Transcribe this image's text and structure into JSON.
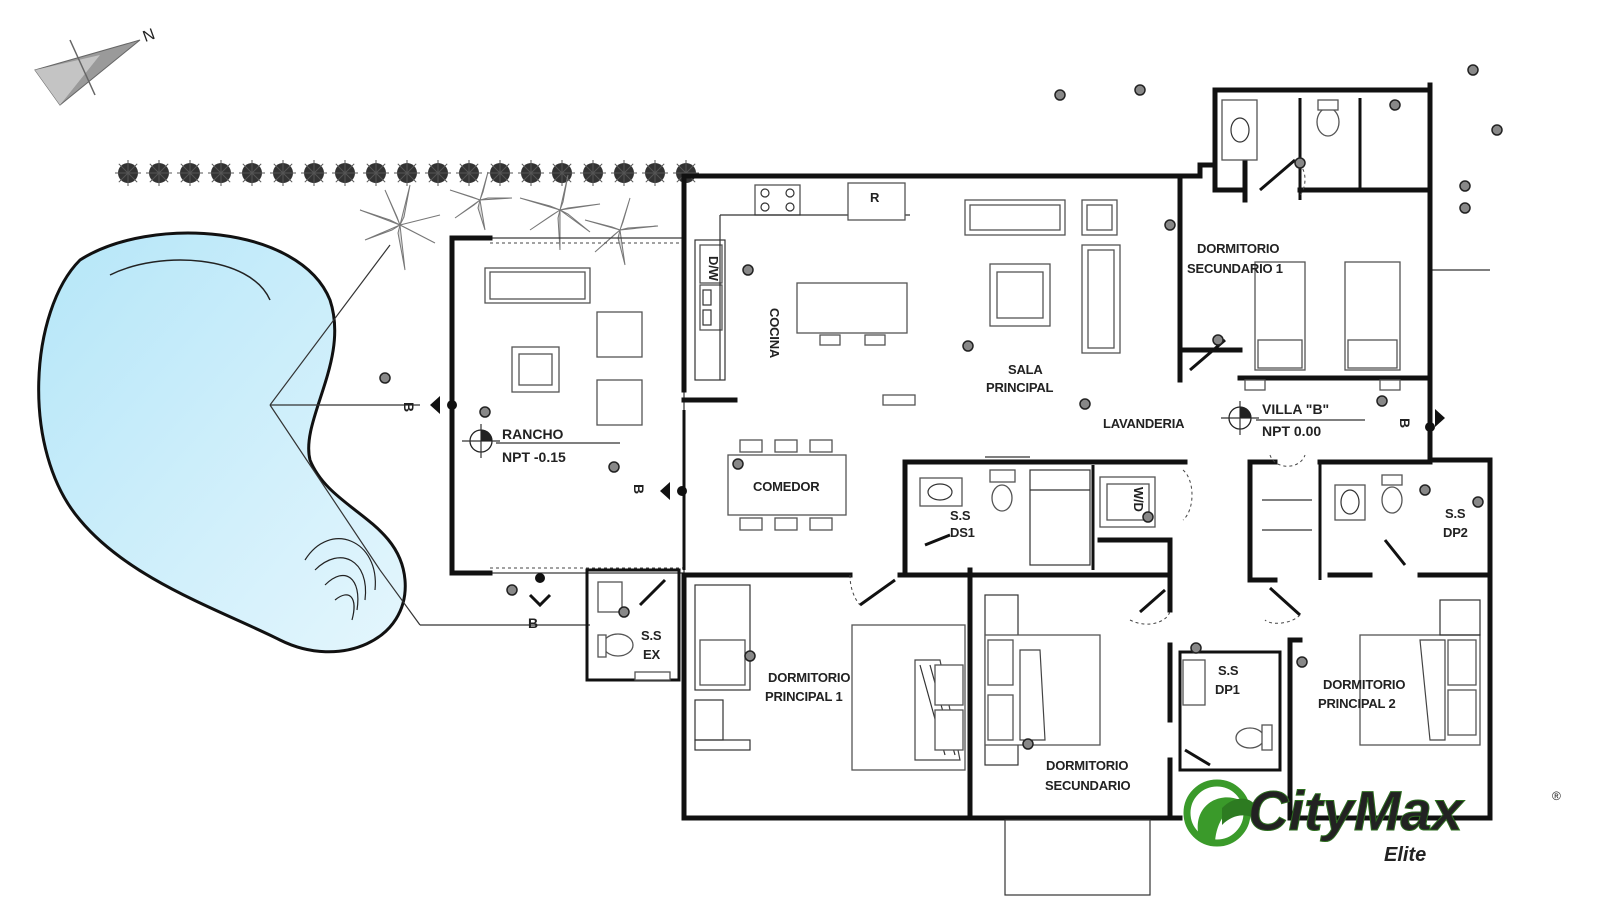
{
  "rooms": {
    "cocina": "COCINA",
    "sala_l1": "SALA",
    "sala_l2": "PRINCIPAL",
    "lavanderia": "LAVANDERIA",
    "comedor": "COMEDOR",
    "rancho": "RANCHO",
    "rancho_npt": "NPT  -0.15",
    "villa": "VILLA \"B\"",
    "villa_npt": "NPT  0.00",
    "ds1_l1": "DORMITORIO",
    "ds1_l2": "SECUNDARIO  1",
    "dp1_l1": "DORMITORIO",
    "dp1_l2": "PRINCIPAL  1",
    "dsec_l1": "DORMITORIO",
    "dsec_l2": "SECUNDARIO",
    "dp2_l1": "DORMITORIO",
    "dp2_l2": "PRINCIPAL  2",
    "ss_ds1_l1": "S.S",
    "ss_ds1_l2": "DS1",
    "ss_dp1_l1": "S.S",
    "ss_dp1_l2": "DP1",
    "ss_dp2_l1": "S.S",
    "ss_dp2_l2": "DP2",
    "ss_ex_l1": "S.S",
    "ss_ex_l2": "EX"
  },
  "fixtures": {
    "dw": "D/W",
    "fridge": "R",
    "wd": "W/D"
  },
  "section_marker": "B",
  "north_label": "N",
  "logo": {
    "brand": "CityMax",
    "sub": "Elite",
    "reg": "®",
    "color_brand": "#3a9a2a",
    "color_sub": "#1f4e9c"
  },
  "colors": {
    "pool": "#cdeefa",
    "walls": "#111111"
  }
}
